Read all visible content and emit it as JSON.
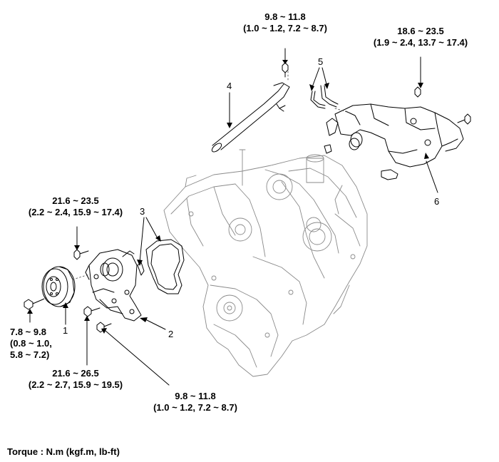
{
  "torques": {
    "thermostat_bolt": {
      "nm": "9.8 ~ 11.8",
      "alt": "(1.0 ~ 1.2, 7.2 ~ 8.7)"
    },
    "outlet_bolt": {
      "nm": "18.6 ~ 23.5",
      "alt": "(1.9 ~ 2.4, 13.7 ~ 17.4)"
    },
    "pump_upper_bolt": {
      "nm": "21.6 ~ 23.5",
      "alt": "(2.2 ~ 2.4, 15.9 ~ 17.4)"
    },
    "pulley_bolt": {
      "nm": "7.8 ~ 9.8",
      "alt1": "(0.8 ~ 1.0,",
      "alt2": "5.8 ~ 7.2)"
    },
    "pump_lower_bolt": {
      "nm": "21.6 ~ 26.5",
      "alt": "(2.2 ~ 2.7, 15.9 ~ 19.5)"
    },
    "pump_small_bolt": {
      "nm": "9.8 ~ 11.8",
      "alt": "(1.0 ~ 1.2, 7.2 ~ 8.7)"
    }
  },
  "callouts": {
    "c1": "1",
    "c2": "2",
    "c3": "3",
    "c4": "4",
    "c5": "5",
    "c6": "6"
  },
  "footer": "Torque : N.m (kgf.m, lb-ft)"
}
